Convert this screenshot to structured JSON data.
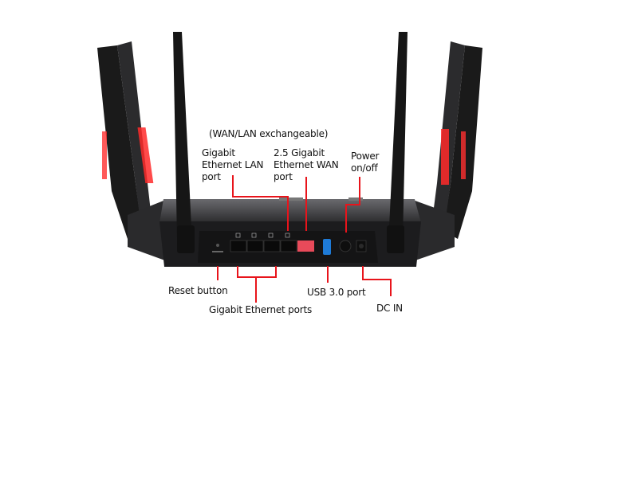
{
  "colors": {
    "callout": "#e8141b",
    "body": "#1c1c1e",
    "led": "#ff2020"
  },
  "labels": {
    "exchangeable": "(WAN/LAN exchangeable)",
    "lan_port": [
      "Gigabit",
      "Ethernet LAN",
      "port"
    ],
    "wan_port": [
      "2.5 Gigabit",
      "Ethernet WAN",
      "port"
    ],
    "power": [
      "Power",
      "on/off"
    ],
    "reset": "Reset button",
    "gbe_ports": "Gigabit Ethernet ports",
    "usb": "USB 3.0 port",
    "dc_in": "DC IN"
  }
}
